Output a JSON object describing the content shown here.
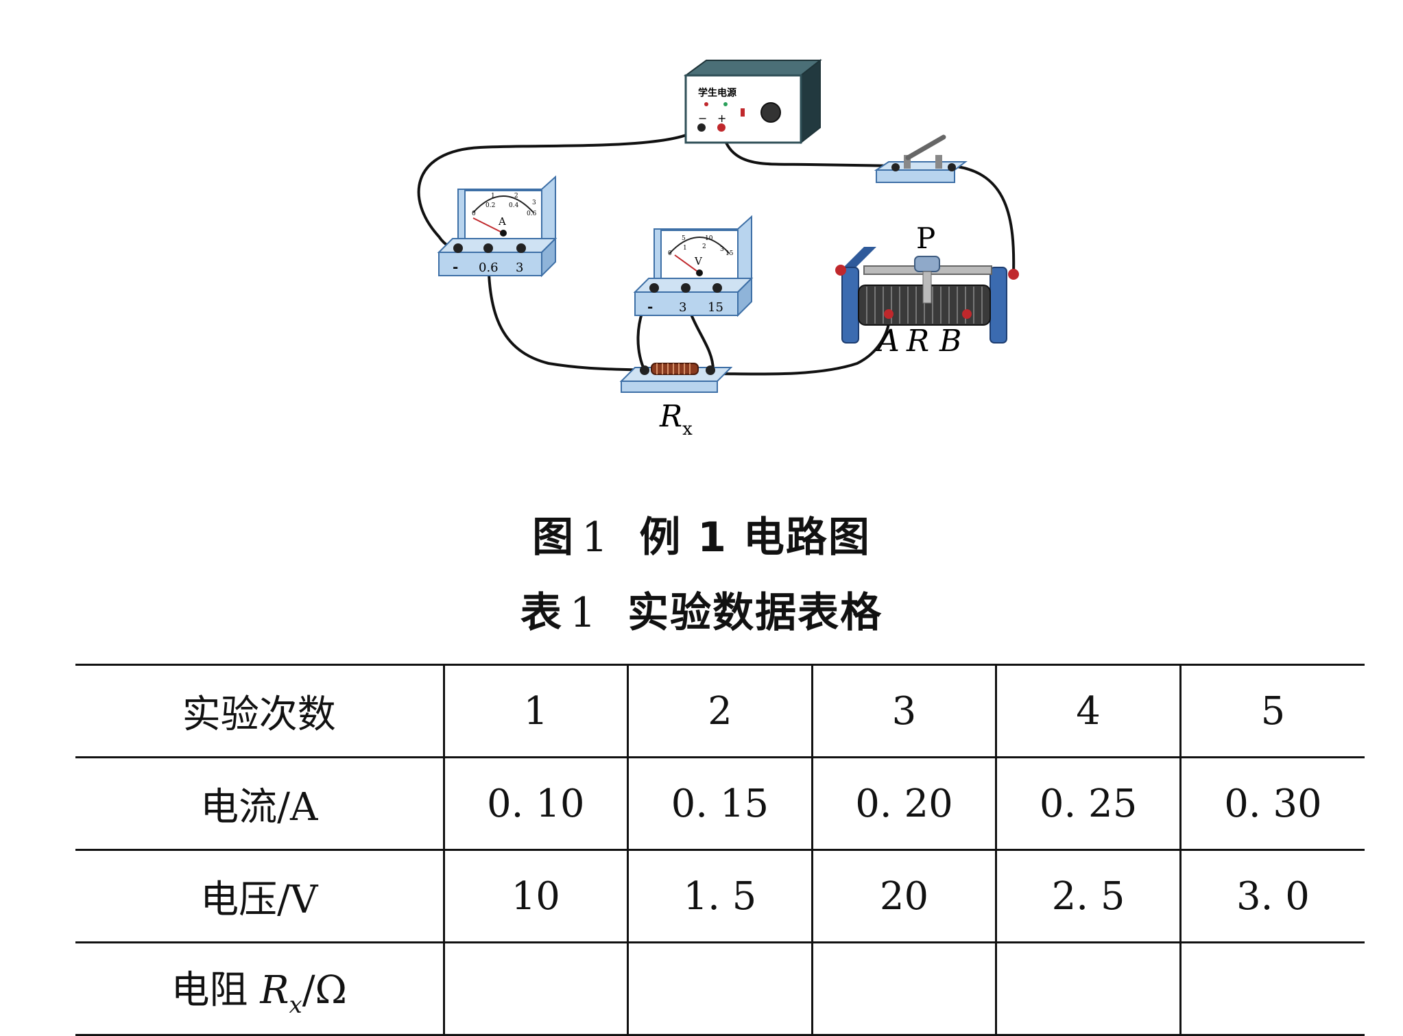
{
  "diagram": {
    "power_supply_label": "学生电源",
    "power_minus": "−",
    "power_plus": "+",
    "ammeter": {
      "symbol": "A",
      "scale_ticks": [
        "0",
        "0.2",
        "0.4",
        "0.6"
      ],
      "outer_ticks": [
        "1",
        "2",
        "3"
      ],
      "terminals": [
        "-",
        "0.6",
        "3"
      ]
    },
    "voltmeter": {
      "symbol": "V",
      "scale_ticks": [
        "0",
        "5",
        "10",
        "15"
      ],
      "inner_ticks": [
        "1",
        "2",
        "3"
      ],
      "terminals": [
        "-",
        "3",
        "15"
      ]
    },
    "rheostat": {
      "slider_label": "P",
      "label_a": "A",
      "label_r": "R",
      "label_b": "B"
    },
    "resistor": {
      "symbol": "R",
      "subscript": "x"
    }
  },
  "figure_caption": {
    "prefix": "图",
    "number": "1",
    "text": "例 1 电路图"
  },
  "table_caption": {
    "prefix": "表",
    "number": "1",
    "text": "实验数据表格"
  },
  "table": {
    "header": {
      "label": "实验次数",
      "cells": [
        "1",
        "2",
        "3",
        "4",
        "5"
      ]
    },
    "current": {
      "label": "电流/A",
      "cells": [
        "0. 10",
        "0. 15",
        "0. 20",
        "0. 25",
        "0. 30"
      ]
    },
    "voltage": {
      "label": "电压/V",
      "cells": [
        "10",
        "1. 5",
        "20",
        "2. 5",
        "3. 0"
      ]
    },
    "resistance": {
      "label_prefix": "电阻 ",
      "symbol": "R",
      "subscript": "x",
      "unit": "/Ω",
      "cells": [
        "",
        "",
        "",
        "",
        ""
      ]
    }
  },
  "colors": {
    "meter_blue": "#b8d4ee",
    "meter_edge": "#3d6fa6",
    "supply_dark": "#2f4f57",
    "wire": "#111111",
    "terminal_red": "#c0282c"
  }
}
